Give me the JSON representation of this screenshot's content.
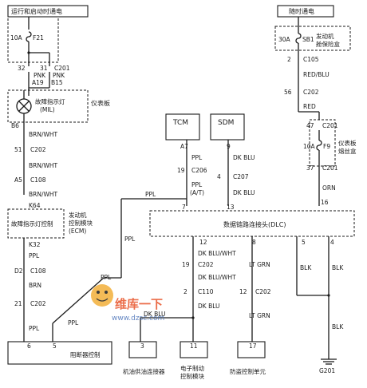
{
  "headers": {
    "run_start_power": "运行和启动时通电",
    "always_power": "随时通电"
  },
  "fuse_f21": {
    "rating": "10A",
    "name": "F21"
  },
  "fuse_sb1": {
    "rating": "30A",
    "name": "SB1",
    "label": "发动机\n舱保险盒"
  },
  "fuse_f9": {
    "rating": "10A",
    "name": "F9",
    "label": "仪表板\n熔丝盒"
  },
  "connectors": {
    "c201_a": "C201",
    "c105": "C105",
    "c202_a": "C202",
    "c201_b": "C201",
    "c201_c": "C201",
    "c202_b": "C202",
    "c108_a": "C108",
    "c206": "C206",
    "c207": "C207",
    "c108_b": "C108",
    "c202_c": "C202",
    "c202_d": "C202",
    "c110": "C110",
    "c202_e": "C202"
  },
  "pins": {
    "p32": "32",
    "p31": "31",
    "pA19": "A19",
    "pB15": "B15",
    "pB6": "B6",
    "p51": "51",
    "pA5": "A5",
    "pK64": "K64",
    "pK32": "K32",
    "pD2": "D2",
    "p21": "21",
    "p2_c105": "2",
    "p56": "56",
    "p47": "47",
    "p37": "37",
    "p16": "16",
    "pA7": "A7",
    "p9": "9",
    "p19": "19",
    "p4": "4",
    "p7": "7",
    "p13": "13",
    "p12": "12",
    "p8": "8",
    "p5": "5",
    "p4b": "4",
    "p19b": "19",
    "p2b": "2",
    "p12b": "12",
    "p6": "6",
    "p5b": "5",
    "p3": "3",
    "p11": "11",
    "p17": "17"
  },
  "wires": {
    "pnk1": "PNK",
    "pnk2": "PNK",
    "brn_wht1": "BRN/WHT",
    "brn_wht2": "BRN/WHT",
    "brn_wht3": "BRN/WHT",
    "ppl1": "PPL",
    "brn": "BRN",
    "ppl2": "PPL",
    "ppl_top": "PPL",
    "ppl_mid": "PPL",
    "ppl_bot1": "PPL",
    "ppl_bot2": "PPL",
    "red_blu": "RED/BLU",
    "red": "RED",
    "orn": "ORN",
    "ppl_tcm": "PPL",
    "ppl_at": "PPL\n(A/T)",
    "dk_blu1": "DK BLU",
    "dk_blu2": "DK BLU",
    "dk_blu_wht1": "DK BLU/WHT",
    "dk_blu_wht2": "DK BLU/WHT",
    "lt_grn1": "LT GRN",
    "lt_grn2": "LT GRN",
    "blk1": "BLK",
    "blk2": "BLK",
    "blk3": "BLK",
    "dk_blu3": "DK BLU",
    "dk_blu4": "DK BLU"
  },
  "components": {
    "mil": "故障指示灯\n(MIL)",
    "ipc": "仪表板",
    "fault_ctrl": "故障指示灯控制",
    "ecm": "发动机\n控制模块\n(ECM)",
    "tcm": "TCM",
    "sdm": "SDM",
    "dlc": "数据链路连接头(DLC)",
    "immobilizer": "阻断器控制",
    "fuel_pump": "机油供油连接器",
    "ebcm": "电子制动\n控制模块",
    "theft": "防盗控制单元",
    "ground": "G201"
  },
  "watermark": {
    "brand": "维库一下",
    "url": "www.dzsc.com"
  }
}
